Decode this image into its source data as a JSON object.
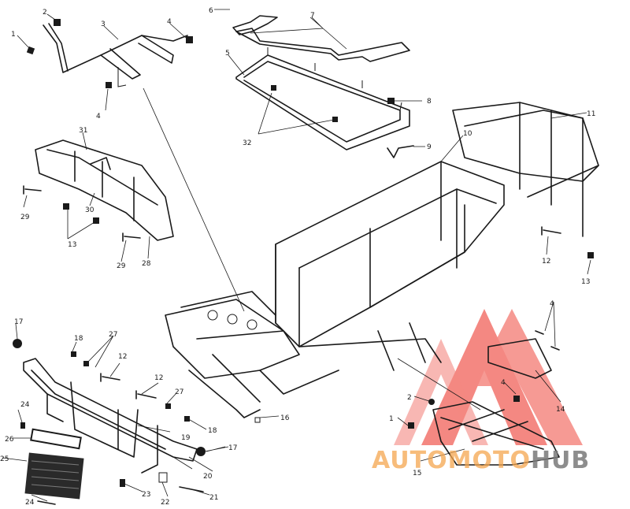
{
  "diagram": {
    "callouts": [
      "1",
      "2",
      "3",
      "4",
      "4",
      "5",
      "6",
      "7",
      "8",
      "9",
      "10",
      "11",
      "12",
      "12",
      "12",
      "12",
      "13",
      "13",
      "14",
      "15",
      "16",
      "17",
      "17",
      "18",
      "18",
      "19",
      "20",
      "21",
      "22",
      "23",
      "24",
      "24",
      "25",
      "26",
      "27",
      "27",
      "28",
      "29",
      "29",
      "30",
      "31",
      "32",
      "1",
      "2",
      "4",
      "4"
    ]
  },
  "watermark": {
    "part1": "AUTOMOTO",
    "part2": "HUB",
    "colors": {
      "primary": "#f26b63",
      "secondary": "#7a7a7a",
      "triangle": "#f26b63"
    }
  }
}
